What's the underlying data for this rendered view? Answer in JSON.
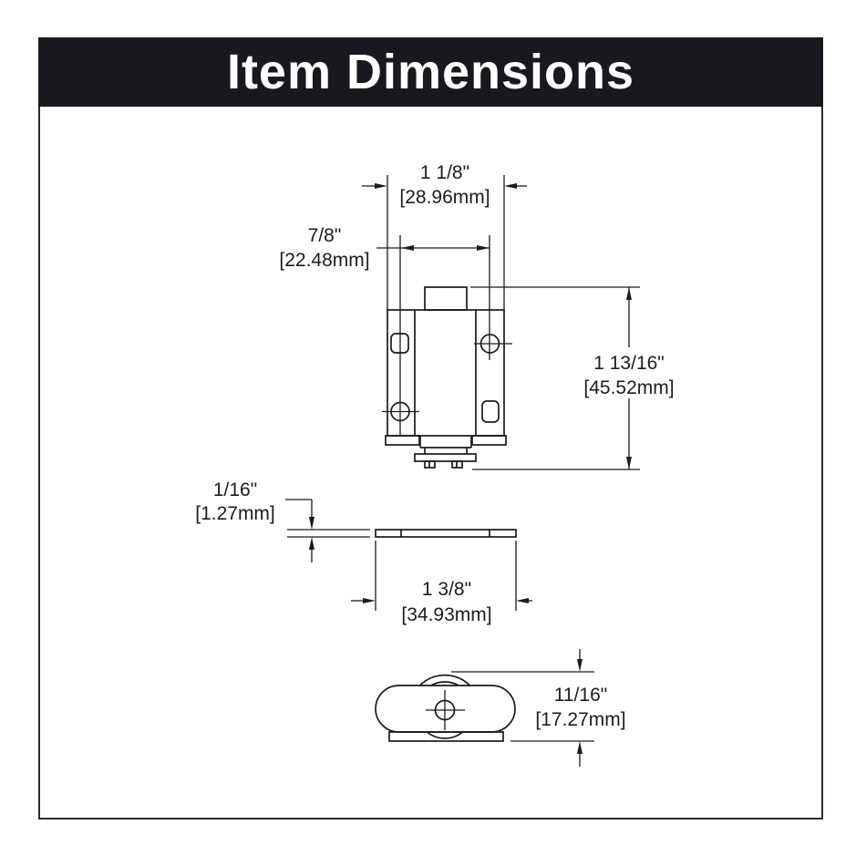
{
  "header": {
    "title": "Item Dimensions",
    "bg_color": "#18181f",
    "text_color": "#ffffff"
  },
  "drawing": {
    "line_color": "#1b1b1b",
    "views": [
      "front-view",
      "side-plate-view",
      "top-view"
    ],
    "dimensions": {
      "top_width": {
        "inches": "1 1/8\"",
        "mm": "[28.96mm]"
      },
      "hole_spacing": {
        "inches": "7/8\"",
        "mm": "[22.48mm]"
      },
      "height": {
        "inches": "1 13/16\"",
        "mm": "[45.52mm]"
      },
      "plate_thickness": {
        "inches": "1/16\"",
        "mm": "[1.27mm]"
      },
      "plate_width": {
        "inches": "1 3/8\"",
        "mm": "[34.93mm]"
      },
      "depth": {
        "inches": "11/16\"",
        "mm": "[17.27mm]"
      }
    }
  }
}
